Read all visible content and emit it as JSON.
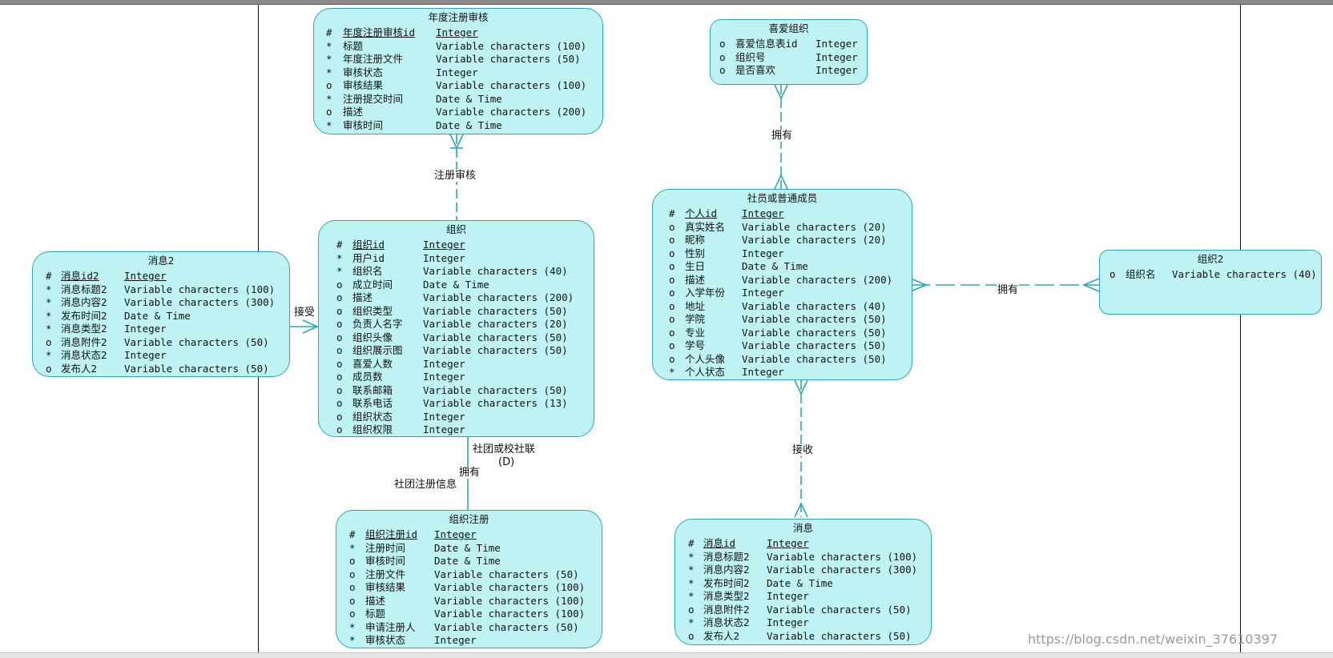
{
  "entities": {
    "annual": {
      "title": "年度注册审核",
      "attrs": [
        {
          "mark": "#",
          "name": "年度注册审核id",
          "type": "Integer"
        },
        {
          "mark": "*",
          "name": "标题",
          "type": "Variable characters (100)"
        },
        {
          "mark": "*",
          "name": "年度注册文件",
          "type": "Variable characters (50)"
        },
        {
          "mark": "*",
          "name": "审核状态",
          "type": "Integer"
        },
        {
          "mark": "o",
          "name": "审核结果",
          "type": "Variable characters (100)"
        },
        {
          "mark": "*",
          "name": "注册提交时间",
          "type": "Date & Time"
        },
        {
          "mark": "o",
          "name": "描述",
          "type": "Variable characters (200)"
        },
        {
          "mark": "*",
          "name": "审核时间",
          "type": "Date & Time"
        }
      ]
    },
    "like": {
      "title": "喜爱组织",
      "attrs": [
        {
          "mark": "o",
          "name": "喜爱信息表id",
          "type": "Integer"
        },
        {
          "mark": "o",
          "name": "组织号",
          "type": "Integer"
        },
        {
          "mark": "o",
          "name": "是否喜欢",
          "type": "Integer"
        }
      ]
    },
    "org": {
      "title": "组织",
      "attrs": [
        {
          "mark": "#",
          "name": "组织id",
          "type": "Integer"
        },
        {
          "mark": "*",
          "name": "用户id",
          "type": "Integer"
        },
        {
          "mark": "*",
          "name": "组织名",
          "type": "Variable characters (40)"
        },
        {
          "mark": "o",
          "name": "成立时间",
          "type": "Date & Time"
        },
        {
          "mark": "o",
          "name": "描述",
          "type": "Variable characters (200)"
        },
        {
          "mark": "o",
          "name": "组织类型",
          "type": "Variable characters (50)"
        },
        {
          "mark": "o",
          "name": "负责人名字",
          "type": "Variable characters (20)"
        },
        {
          "mark": "o",
          "name": "组织头像",
          "type": "Variable characters (50)"
        },
        {
          "mark": "o",
          "name": "组织展示图",
          "type": "Variable characters (50)"
        },
        {
          "mark": "o",
          "name": "喜爱人数",
          "type": "Integer"
        },
        {
          "mark": "o",
          "name": "成员数",
          "type": "Integer"
        },
        {
          "mark": "o",
          "name": "联系邮箱",
          "type": "Variable characters (50)"
        },
        {
          "mark": "o",
          "name": "联系电话",
          "type": "Variable characters (13)"
        },
        {
          "mark": "o",
          "name": "组织状态",
          "type": "Integer"
        },
        {
          "mark": "o",
          "name": "组织权限",
          "type": "Integer"
        }
      ]
    },
    "msg2": {
      "title": "消息2",
      "attrs": [
        {
          "mark": "#",
          "name": "消息id2",
          "type": "Integer"
        },
        {
          "mark": "*",
          "name": "消息标题2",
          "type": "Variable characters (100)"
        },
        {
          "mark": "*",
          "name": "消息内容2",
          "type": "Variable characters (300)"
        },
        {
          "mark": "*",
          "name": "发布时间2",
          "type": "Date & Time"
        },
        {
          "mark": "*",
          "name": "消息类型2",
          "type": "Integer"
        },
        {
          "mark": "o",
          "name": "消息附件2",
          "type": "Variable characters (50)"
        },
        {
          "mark": "*",
          "name": "消息状态2",
          "type": "Integer"
        },
        {
          "mark": "o",
          "name": "发布人2",
          "type": "Variable characters (50)"
        }
      ]
    },
    "member": {
      "title": "社员或普通成员",
      "attrs": [
        {
          "mark": "#",
          "name": "个人id",
          "type": "Integer"
        },
        {
          "mark": "o",
          "name": "真实姓名",
          "type": "Variable characters (20)"
        },
        {
          "mark": "o",
          "name": "昵称",
          "type": "Variable characters (20)"
        },
        {
          "mark": "o",
          "name": "性别",
          "type": "Integer"
        },
        {
          "mark": "o",
          "name": "生日",
          "type": "Date & Time"
        },
        {
          "mark": "o",
          "name": "描述",
          "type": "Variable characters (200)"
        },
        {
          "mark": "o",
          "name": "入学年份",
          "type": "Integer"
        },
        {
          "mark": "o",
          "name": "地址",
          "type": "Variable characters (40)"
        },
        {
          "mark": "o",
          "name": "学院",
          "type": "Variable characters (50)"
        },
        {
          "mark": "o",
          "name": "专业",
          "type": "Variable characters (50)"
        },
        {
          "mark": "o",
          "name": "学号",
          "type": "Variable characters (50)"
        },
        {
          "mark": "o",
          "name": "个人头像",
          "type": "Variable characters (50)"
        },
        {
          "mark": "*",
          "name": "个人状态",
          "type": "Integer"
        }
      ]
    },
    "org2": {
      "title": "组织2",
      "attrs": [
        {
          "mark": "o",
          "name": "组织名",
          "type": "Variable characters (40)"
        }
      ]
    },
    "reg": {
      "title": "组织注册",
      "attrs": [
        {
          "mark": "#",
          "name": "组织注册id",
          "type": "Integer"
        },
        {
          "mark": "*",
          "name": "注册时间",
          "type": "Date & Time"
        },
        {
          "mark": "o",
          "name": "审核时间",
          "type": "Date & Time"
        },
        {
          "mark": "o",
          "name": "注册文件",
          "type": "Variable characters (50)"
        },
        {
          "mark": "o",
          "name": "审核结果",
          "type": "Variable characters (100)"
        },
        {
          "mark": "o",
          "name": "描述",
          "type": "Variable characters (100)"
        },
        {
          "mark": "o",
          "name": "标题",
          "type": "Variable characters (100)"
        },
        {
          "mark": "*",
          "name": "申请注册人",
          "type": "Variable characters (50)"
        },
        {
          "mark": "*",
          "name": "审核状态",
          "type": "Integer"
        }
      ]
    },
    "msg": {
      "title": "消息",
      "attrs": [
        {
          "mark": "#",
          "name": "消息id",
          "type": "Integer"
        },
        {
          "mark": "*",
          "name": "消息标题2",
          "type": "Variable characters (100)"
        },
        {
          "mark": "*",
          "name": "消息内容2",
          "type": "Variable characters (300)"
        },
        {
          "mark": "*",
          "name": "发布时间2",
          "type": "Date & Time"
        },
        {
          "mark": "*",
          "name": "消息类型2",
          "type": "Integer"
        },
        {
          "mark": "o",
          "name": "消息附件2",
          "type": "Variable characters (50)"
        },
        {
          "mark": "*",
          "name": "消息状态2",
          "type": "Integer"
        },
        {
          "mark": "o",
          "name": "发布人2",
          "type": "Variable characters (50)"
        }
      ]
    }
  },
  "relationships": {
    "annual_review": "注册审核",
    "like_has": "拥有",
    "receive_left": "接受",
    "member_org2_has": "拥有",
    "member_msg_receive": "接收",
    "org_reg_left": "社团或校社联",
    "org_reg_left2": "(D)",
    "org_reg_has": "拥有",
    "org_reg_info": "社团注册信息"
  },
  "colors": {
    "entity_fill": "#bff3f3",
    "entity_border": "#2aa8b3",
    "link": "#2aa8b3"
  },
  "watermark": "https://blog.csdn.net/weixin_37610397"
}
